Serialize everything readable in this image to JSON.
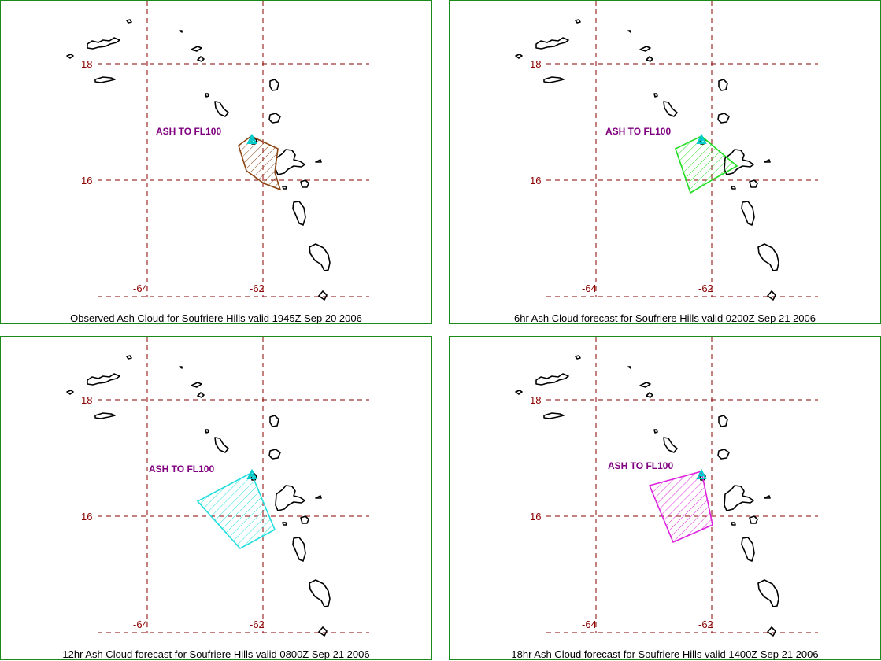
{
  "panels": [
    {
      "caption": "Observed Ash Cloud for Soufriere  Hills valid 1945Z Sep 20 2006",
      "annotation": "ASH TO FL100",
      "cloud_color": "#8b4513"
    },
    {
      "caption": "6hr Ash Cloud forecast for Soufriere  Hills valid 0200Z Sep 21 2006",
      "annotation": "ASH TO FL100",
      "cloud_color": "#22dd22"
    },
    {
      "caption": "12hr Ash Cloud forecast for Soufriere  Hills valid 0800Z Sep 21 2006",
      "annotation": "ASH TO FL100",
      "cloud_color": "#22dddd"
    },
    {
      "caption": "18hr Ash Cloud forecast for Soufriere  Hills valid 1400Z Sep 21 2006",
      "annotation": "ASH TO FL100",
      "cloud_color": "#dd22dd"
    }
  ],
  "grid_labels": {
    "lat_18": "18",
    "lat_16": "16",
    "lon_64": "-64",
    "lon_62": "-62"
  },
  "colors": {
    "grid": "#8b0000",
    "annotation": "#800080",
    "volcano": "#00cccc",
    "border": "#1a8a1a",
    "coast": "#000000"
  }
}
